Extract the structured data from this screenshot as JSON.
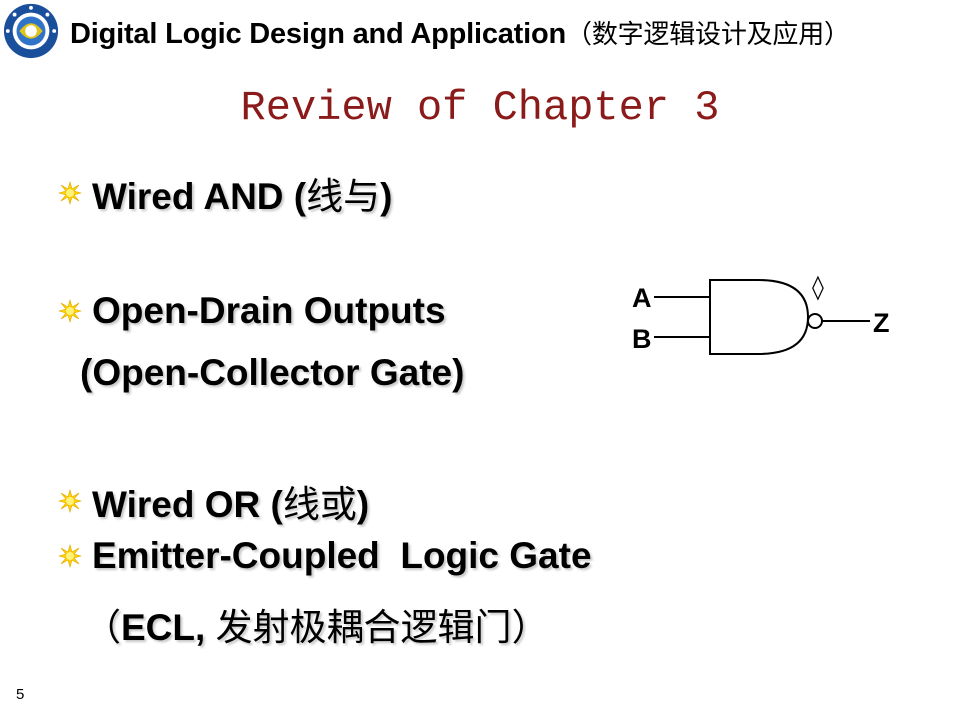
{
  "header": {
    "title": "Digital Logic Design and Application",
    "title_cn": "（数字逻辑设计及应用）"
  },
  "slide": {
    "title": "Review of Chapter 3",
    "bullets": [
      {
        "label": "Wired AND (",
        "label_cn": "线与",
        "label_end": ")"
      },
      {
        "label": "Open-Drain Outputs"
      },
      {
        "label": "Wired OR (",
        "label_cn": "线或",
        "label_end": ")"
      },
      {
        "label": "Emitter-Coupled  Logic Gate"
      }
    ],
    "sub_lines": {
      "open_collector": "(Open-Collector Gate)",
      "ecl_open": "（",
      "ecl_text": "ECL, ",
      "ecl_cn": "发射极耦合逻辑门",
      "ecl_close": "）"
    }
  },
  "gate_diagram": {
    "input_a": "A",
    "input_b": "B",
    "output": "Z",
    "open_drain_symbol": "◊"
  },
  "footer": {
    "page_number": "5"
  },
  "colors": {
    "title_red": "#8b1a1a",
    "bullet_yellow": "#ffd200",
    "logo_blue": "#1a4f9c"
  },
  "icons": {
    "logo": "university-seal-icon",
    "bullet": "sunburst-bullet-icon"
  }
}
